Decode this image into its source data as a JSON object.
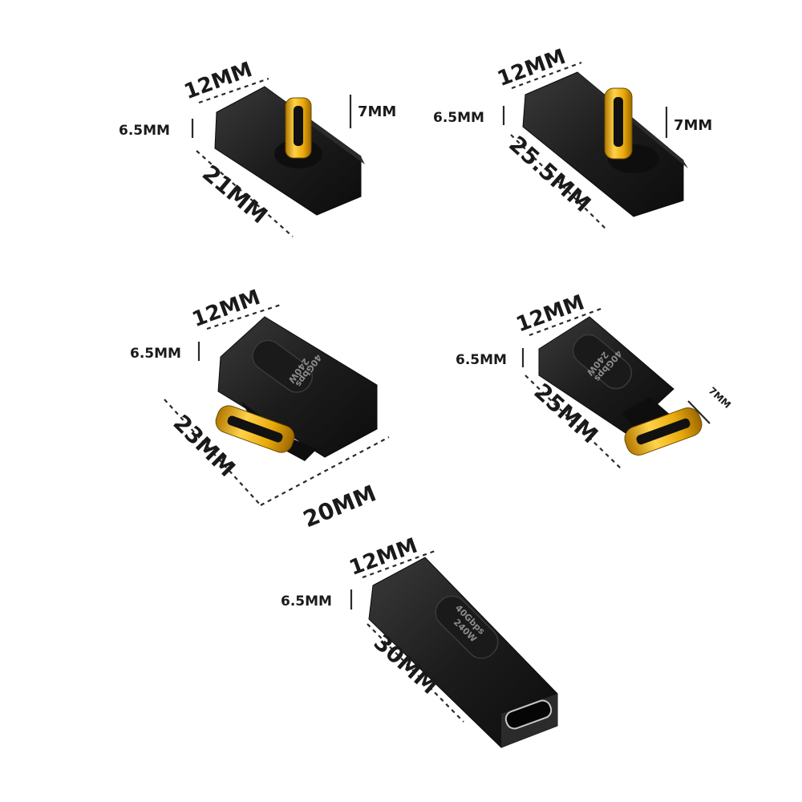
{
  "adapters": [
    {
      "id": "a1",
      "width": "12MM",
      "height": "6.5MM",
      "length": "21MM",
      "plug": "7MM"
    },
    {
      "id": "a2",
      "width": "12MM",
      "height": "6.5MM",
      "length": "25.5MM",
      "plug": "7MM"
    },
    {
      "id": "a3",
      "width": "12MM",
      "height": "6.5MM",
      "length": "23MM",
      "extra": "20MM",
      "badge1": "40Gbps",
      "badge2": "240W"
    },
    {
      "id": "a4",
      "width": "12MM",
      "height": "6.5MM",
      "length": "25MM",
      "plug": "7MM",
      "badge1": "40Gbps",
      "badge2": "240W"
    },
    {
      "id": "a5",
      "width": "12MM",
      "height": "6.5MM",
      "length": "30MM",
      "badge1": "40Gbps",
      "badge2": "240W"
    }
  ],
  "colors": {
    "body": "#1c1c1c",
    "gold": "#e8a90a",
    "dim": "#2a2a2a"
  }
}
